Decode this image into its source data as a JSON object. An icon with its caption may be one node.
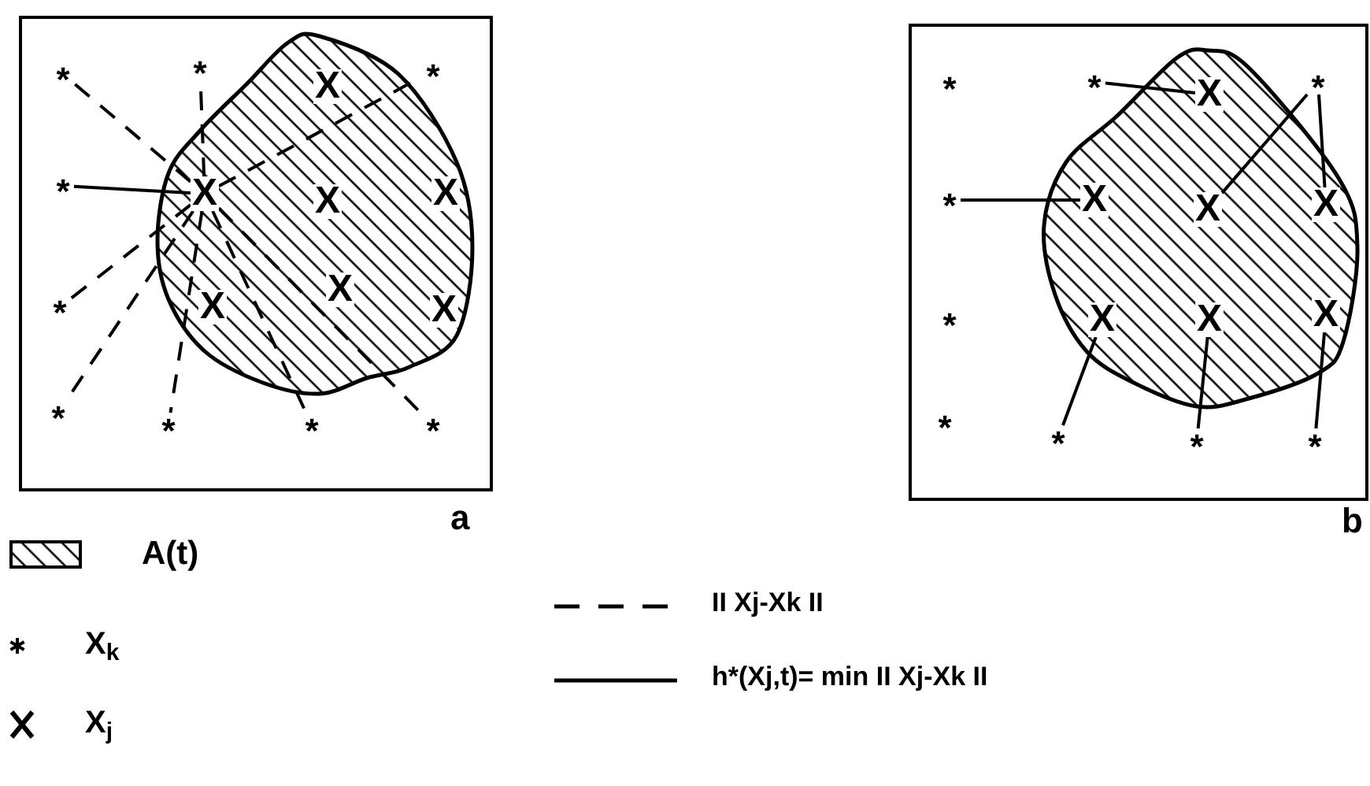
{
  "diagram": {
    "nodes": [
      {
        "text": [],
        "shape": "box",
        "beside": [
          "a"
        ]
      },
      {
        "text": [
          "*"
        ],
        "in": 0
      },
      {
        "text": [
          "*"
        ],
        "in": 0
      },
      {
        "text": [
          "*"
        ],
        "in": 0
      },
      {
        "text": [
          "*"
        ],
        "in": 0
      },
      {
        "text": [
          "*"
        ],
        "in": 0
      },
      {
        "text": [
          "*"
        ],
        "in": 0
      },
      {
        "text": [
          "*"
        ],
        "in": 0
      },
      {
        "text": [
          "*"
        ],
        "in": 0
      },
      {
        "text": [
          "*"
        ],
        "in": 0
      },
      {
        "text": [
          "X"
        ],
        "in": 0
      },
      {
        "text": [
          "X"
        ],
        "in": 0
      },
      {
        "text": [
          "X"
        ],
        "in": 0
      },
      {
        "text": [
          "X"
        ],
        "in": 0
      },
      {
        "text": [
          "X"
        ],
        "in": 0
      },
      {
        "text": [
          "X"
        ],
        "in": 0
      },
      {
        "text": [
          "X"
        ],
        "in": 0
      },
      {
        "text": [],
        "shape": "box",
        "beside": [
          "b"
        ]
      },
      {
        "text": [
          "*"
        ],
        "in": 17
      },
      {
        "text": [
          "*"
        ],
        "in": 17
      },
      {
        "text": [
          "*"
        ],
        "in": 17
      },
      {
        "text": [
          "*"
        ],
        "in": 17
      },
      {
        "text": [
          "*"
        ],
        "in": 17
      },
      {
        "text": [
          "*"
        ],
        "in": 17
      },
      {
        "text": [
          "*"
        ],
        "in": 17
      },
      {
        "text": [
          "*"
        ],
        "in": 17
      },
      {
        "text": [
          "*"
        ],
        "in": 17
      },
      {
        "text": [
          "X"
        ],
        "in": 17
      },
      {
        "text": [
          "X"
        ],
        "in": 17
      },
      {
        "text": [
          "X"
        ],
        "in": 17
      },
      {
        "text": [
          "X"
        ],
        "in": 17
      },
      {
        "text": [
          "X"
        ],
        "in": 17
      },
      {
        "text": [
          "X"
        ],
        "in": 17
      },
      {
        "text": [
          "X"
        ],
        "in": 17
      }
    ],
    "edges": [
      {
        "from": 11,
        "to": 1,
        "arrow": "none",
        "style": "dashed"
      },
      {
        "from": 11,
        "to": 2,
        "arrow": "none",
        "style": "dashed"
      },
      {
        "from": 11,
        "to": 3,
        "arrow": "none",
        "style": "dashed"
      },
      {
        "from": 11,
        "to": 5,
        "arrow": "none",
        "style": "dashed"
      },
      {
        "from": 11,
        "to": 6,
        "arrow": "none",
        "style": "dashed"
      },
      {
        "from": 11,
        "to": 7,
        "arrow": "none",
        "style": "dashed"
      },
      {
        "from": 11,
        "to": 8,
        "arrow": "none",
        "style": "dashed"
      },
      {
        "from": 11,
        "to": 9,
        "arrow": "none",
        "style": "dashed"
      },
      {
        "from": 4,
        "to": 11,
        "arrow": "none"
      },
      {
        "from": 19,
        "to": 27,
        "arrow": "none"
      },
      {
        "from": 21,
        "to": 28,
        "arrow": "none"
      },
      {
        "from": 20,
        "to": 29,
        "arrow": "none"
      },
      {
        "from": 20,
        "to": 30,
        "arrow": "none"
      },
      {
        "from": 24,
        "to": 31,
        "arrow": "none"
      },
      {
        "from": 25,
        "to": 32,
        "arrow": "none"
      },
      {
        "from": 26,
        "to": 33,
        "arrow": "none"
      }
    ],
    "legend": [
      {
        "text": "A(t)"
      },
      {
        "text": "X$_{k}$"
      },
      {
        "text": "X$_{j}$"
      },
      {
        "text": "II Xj-Xk II"
      },
      {
        "text": "h*(Xj,t)= min II Xj-Xk II"
      }
    ]
  }
}
